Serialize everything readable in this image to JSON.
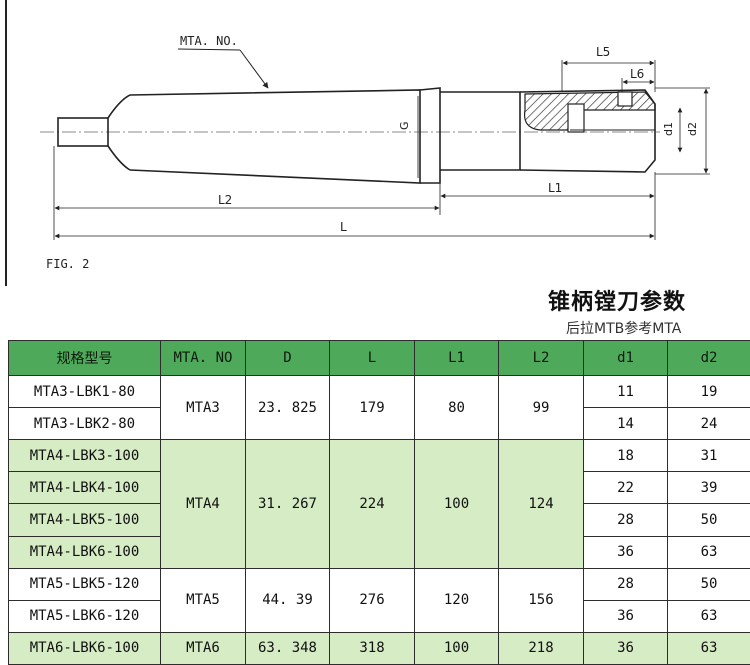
{
  "drawing": {
    "labels": {
      "mta_no": "MTA. NO.",
      "l5": "L5",
      "l6": "L6",
      "g": "G",
      "d1": "d1",
      "d2": "d2",
      "l1": "L1",
      "l2": "L2",
      "l": "L",
      "fig": "FIG. 2"
    }
  },
  "heading": {
    "title": "锥柄镗刀参数",
    "subtitle": "后拉MTB参考MTA"
  },
  "table": {
    "headers": [
      "规格型号",
      "MTA. NO",
      "D",
      "L",
      "L1",
      "L2",
      "d1",
      "d2"
    ],
    "groups": [
      {
        "mta": "MTA3",
        "D": "23. 825",
        "L": "179",
        "L1": "80",
        "L2": "99",
        "rows": [
          {
            "model": "MTA3-LBK1-80",
            "d1": "11",
            "d2": "19"
          },
          {
            "model": "MTA3-LBK2-80",
            "d1": "14",
            "d2": "24"
          }
        ]
      },
      {
        "mta": "MTA4",
        "D": "31. 267",
        "L": "224",
        "L1": "100",
        "L2": "124",
        "rows": [
          {
            "model": "MTA4-LBK3-100",
            "d1": "18",
            "d2": "31"
          },
          {
            "model": "MTA4-LBK4-100",
            "d1": "22",
            "d2": "39"
          },
          {
            "model": "MTA4-LBK5-100",
            "d1": "28",
            "d2": "50"
          },
          {
            "model": "MTA4-LBK6-100",
            "d1": "36",
            "d2": "63"
          }
        ]
      },
      {
        "mta": "MTA5",
        "D": "44. 39",
        "L": "276",
        "L1": "120",
        "L2": "156",
        "rows": [
          {
            "model": "MTA5-LBK5-120",
            "d1": "28",
            "d2": "50"
          },
          {
            "model": "MTA5-LBK6-120",
            "d1": "36",
            "d2": "63"
          }
        ]
      },
      {
        "mta": "MTA6",
        "D": "63. 348",
        "L": "318",
        "L1": "100",
        "L2": "218",
        "rows": [
          {
            "model": "MTA6-LBK6-100",
            "d1": "36",
            "d2": "63"
          }
        ]
      }
    ]
  }
}
